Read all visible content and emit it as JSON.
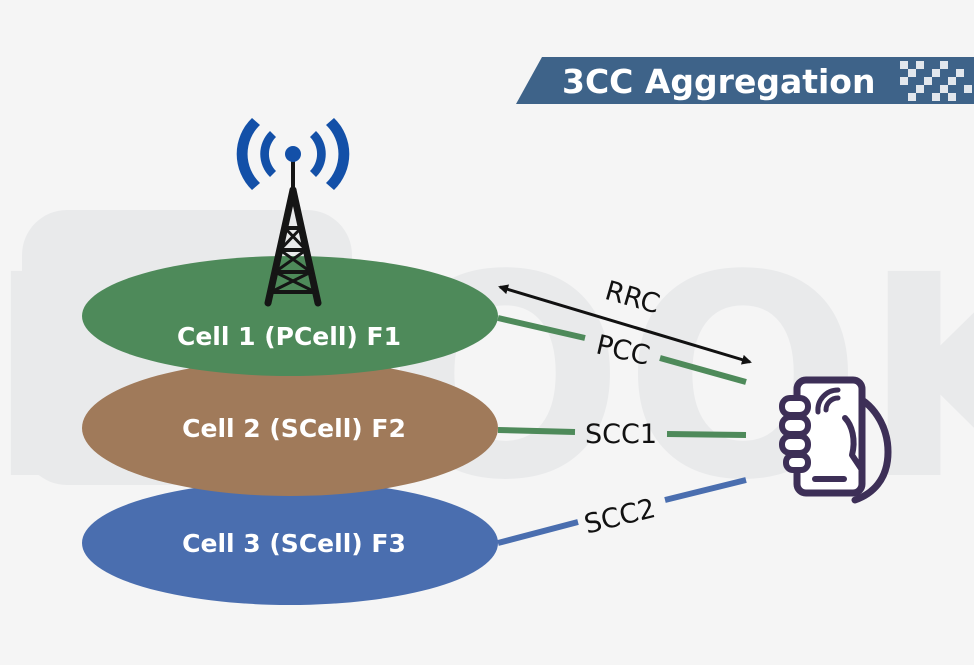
{
  "title": "3CC Aggregation",
  "watermark": "IDLOOK",
  "cells": [
    {
      "label": "Cell 1 (PCell) F1",
      "color": "#4e8a5a"
    },
    {
      "label": "Cell 2 (SCell) F2",
      "color": "#a07a5a"
    },
    {
      "label": "Cell 3 (SCell) F3",
      "color": "#4a6eaf"
    }
  ],
  "links": {
    "rrc": "RRC",
    "pcc": "PCC",
    "scc1": "SCC1",
    "scc2": "SCC2"
  },
  "colors": {
    "title_banner": "#3e6389",
    "antenna_signal": "#1350a8",
    "tower": "#151515",
    "phone": "#3d2f57",
    "pcc_line": "#4e8a5a",
    "scc1_line": "#4e8a5a",
    "scc2_line": "#4a6eaf",
    "rrc_arrow": "#111111"
  },
  "icons": [
    "antenna-tower-icon",
    "signal-waves-icon",
    "smartphone-hand-icon"
  ]
}
